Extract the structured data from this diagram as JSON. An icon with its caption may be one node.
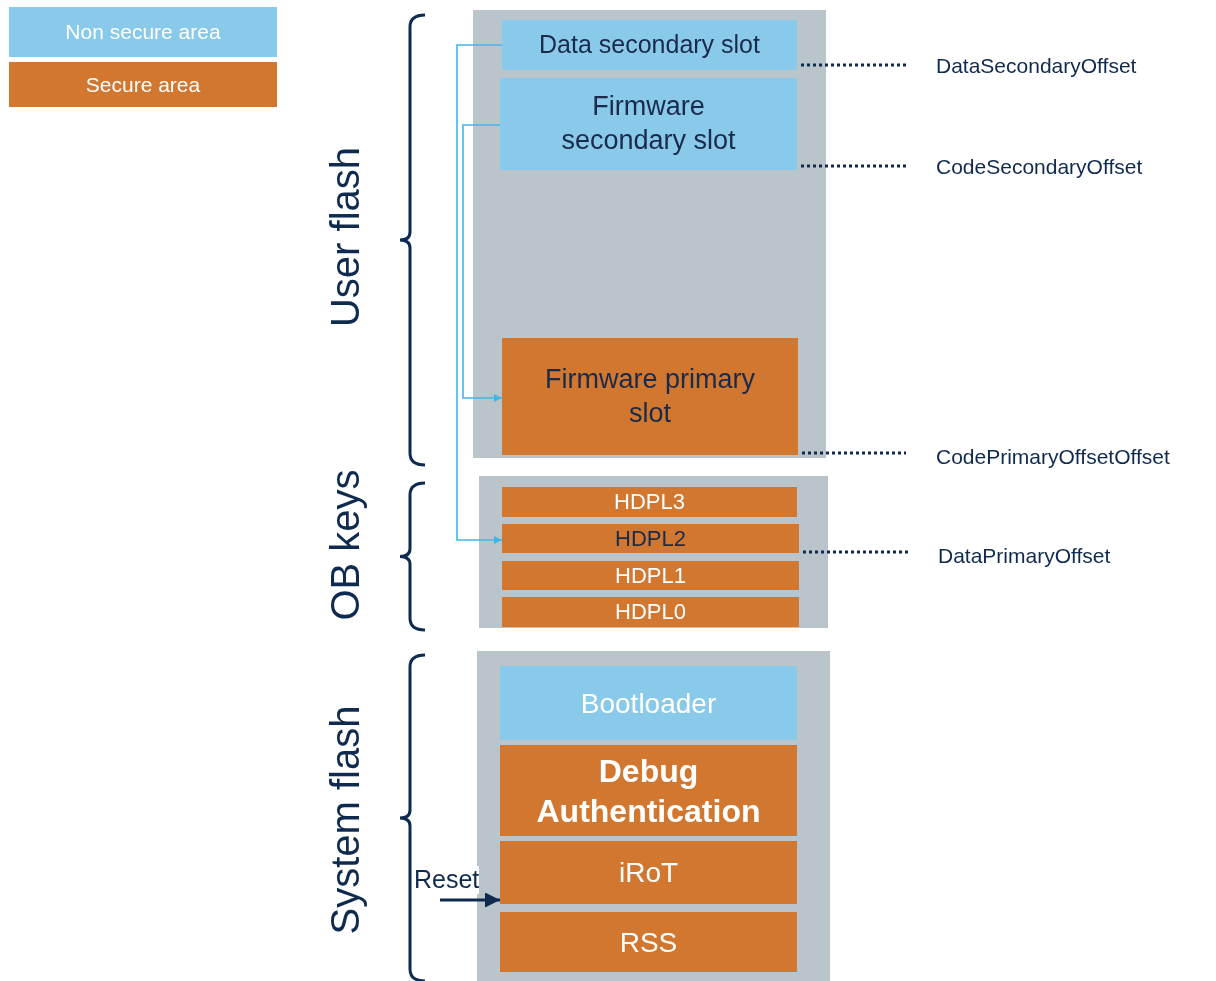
{
  "diagram": {
    "nodes": [
      {
        "text": [],
        "shape": "box"
      },
      {
        "text": [
          "Data secondary slot"
        ],
        "in": 0
      },
      {
        "text": [
          "Firmware secondary slot"
        ],
        "in": 0
      },
      {
        "text": [
          "Firmware primary slot"
        ],
        "in": 0
      },
      {
        "text": [],
        "shape": "box"
      },
      {
        "text": [
          "HDPL3"
        ],
        "in": 4
      },
      {
        "text": [
          "HDPL2"
        ],
        "in": 4
      },
      {
        "text": [
          "HDPL1"
        ],
        "in": 4
      },
      {
        "text": [
          "HDPL0"
        ],
        "in": 4
      },
      {
        "text": [],
        "shape": "box"
      },
      {
        "text": [
          "Bootloader"
        ],
        "in": 9
      },
      {
        "text": [
          "Debug Authentication"
        ],
        "in": 9
      },
      {
        "text": [
          "iRoT"
        ],
        "in": 9
      },
      {
        "text": [
          "RSS"
        ],
        "in": 9
      },
      {
        "text": [
          "DataSecondaryOffset"
        ]
      },
      {
        "text": [
          "CodeSecondaryOffset"
        ]
      },
      {
        "text": [
          "CodePrimaryOffsetOffset"
        ]
      },
      {
        "text": [
          "DataPrimaryOffset"
        ]
      }
    ],
    "edges": [
      {
        "from": 1,
        "to": 6,
        "arrow": "to",
        "color": "#41b6e6"
      },
      {
        "from": 2,
        "to": 3,
        "arrow": "to",
        "color": "#41b6e6"
      },
      {
        "from": 1,
        "to": 14,
        "arrow": "none",
        "style": "dashed"
      },
      {
        "from": 2,
        "to": 15,
        "arrow": "none",
        "style": "dashed"
      },
      {
        "from": 3,
        "to": 16,
        "arrow": "none",
        "style": "dashed"
      },
      {
        "from": 6,
        "to": 17,
        "arrow": "none",
        "style": "dashed"
      },
      {
        "from": null,
        "to": 12,
        "arrow": "to",
        "label": "Reset"
      }
    ],
    "labels": [
      "User flash",
      "OB keys",
      "System flash"
    ],
    "legend": [
      {
        "text": "Non secure area",
        "color": "#89c9ea"
      },
      {
        "text": "Secure area",
        "color": "#d2772f"
      }
    ]
  }
}
